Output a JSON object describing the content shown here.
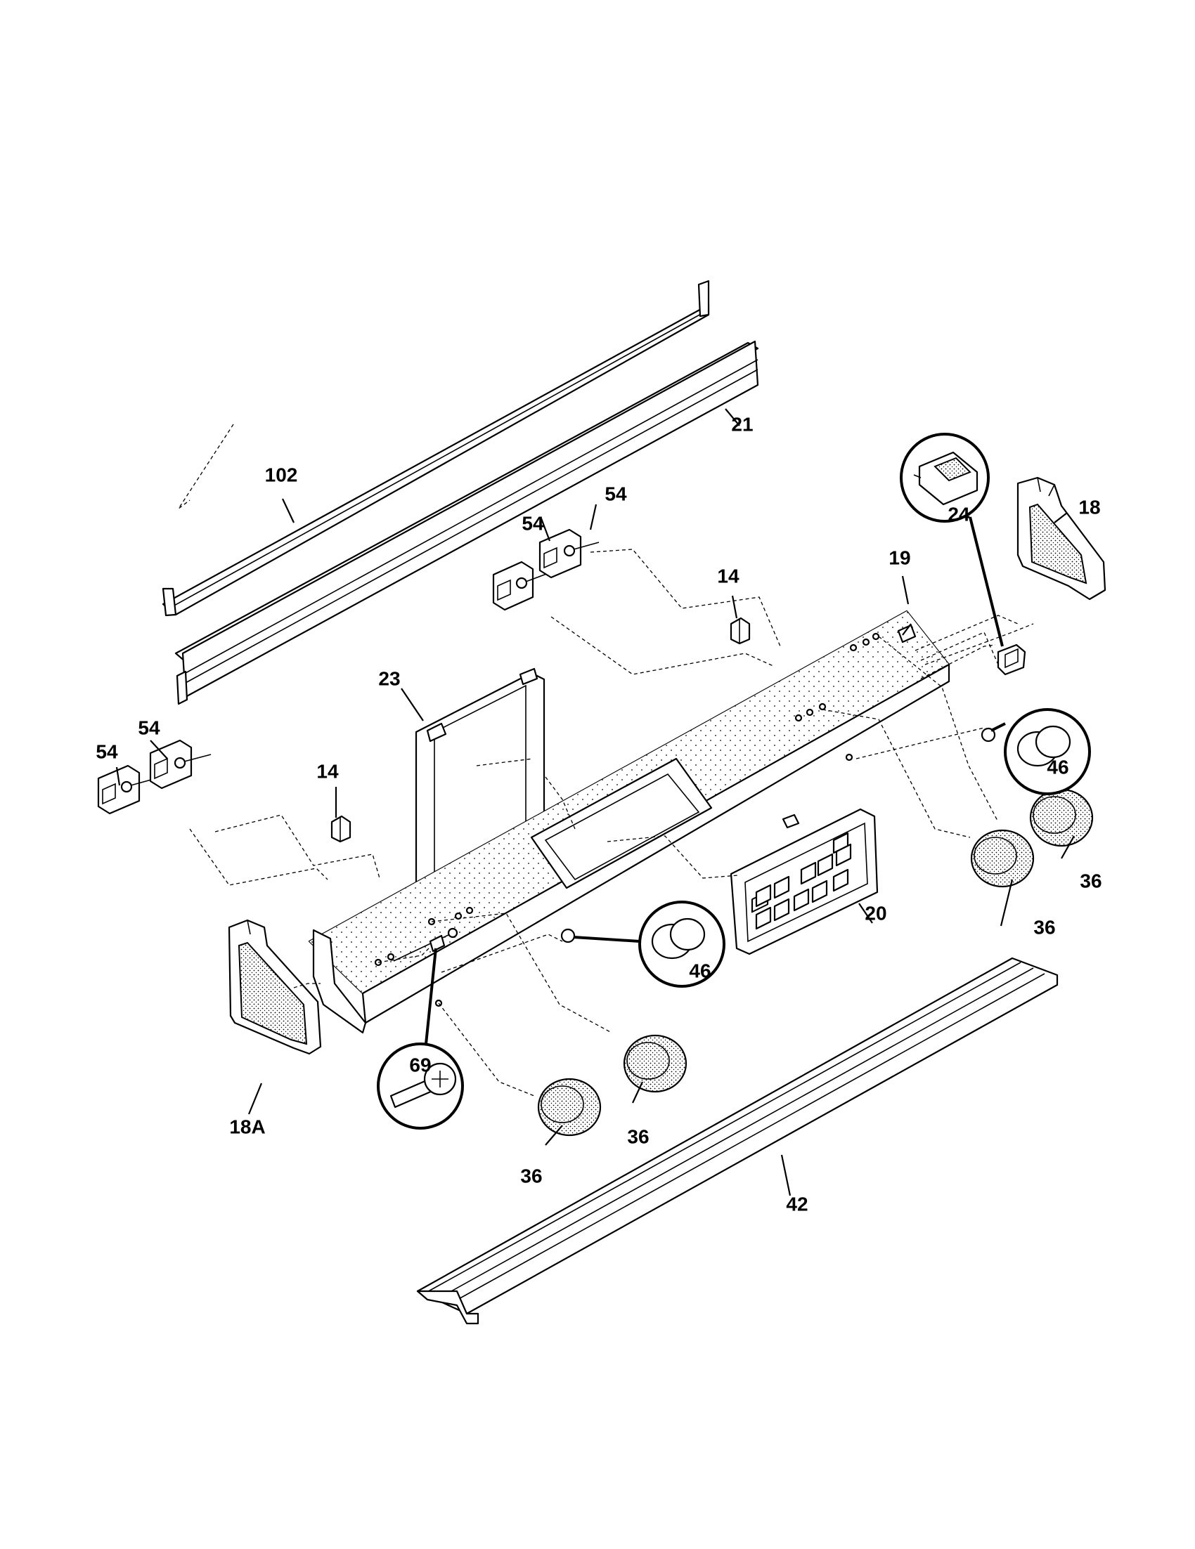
{
  "labels": {
    "l102": "102",
    "l21": "21",
    "l54a": "54",
    "l54b": "54",
    "l54c": "54",
    "l54d": "54",
    "l14a": "14",
    "l14b": "14",
    "l19": "19",
    "l24": "24",
    "l18": "18",
    "l23": "23",
    "l46a": "46",
    "l46b": "46",
    "l36a": "36",
    "l36b": "36",
    "l36c": "36",
    "l36d": "36",
    "l20": "20",
    "l69": "69",
    "l18a": "18A",
    "l42": "42"
  },
  "colors": {
    "line": "#000000",
    "background": "#ffffff"
  }
}
